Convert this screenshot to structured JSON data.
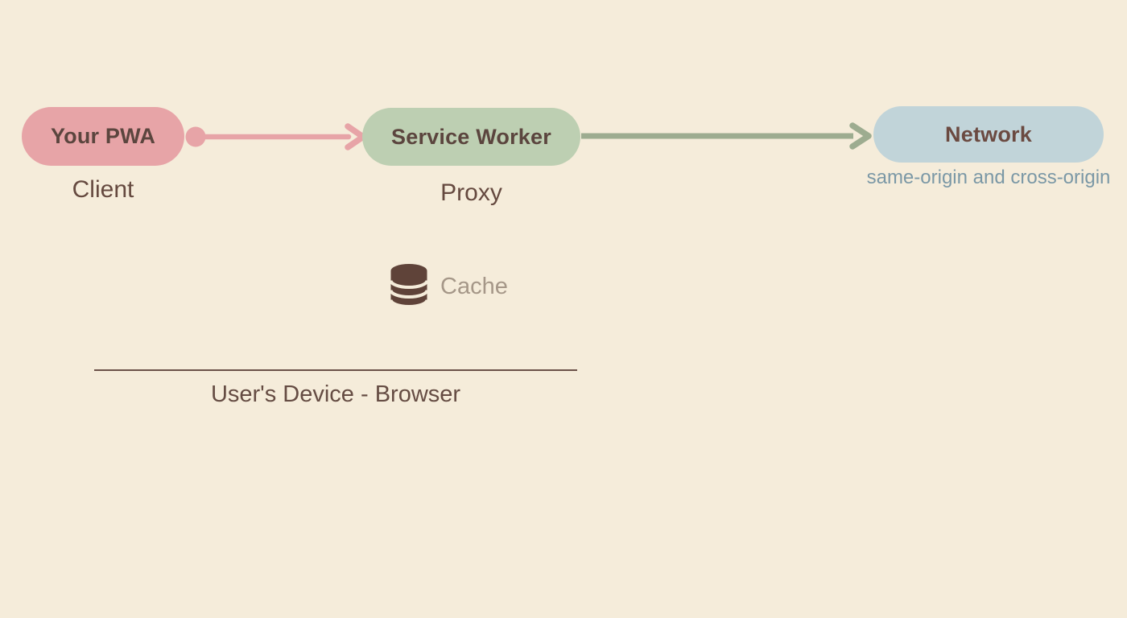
{
  "canvas": {
    "background_color": "#f5ecda"
  },
  "nodes": {
    "pwa": {
      "label": "Your PWA",
      "caption": "Client",
      "fill_color": "#e7a4a7",
      "text_color": "#5b453e"
    },
    "service_worker": {
      "label": "Service Worker",
      "caption": "Proxy",
      "fill_color": "#bdcfb2",
      "text_color": "#5b453e"
    },
    "network": {
      "label": "Network",
      "caption": "same-origin and cross-origin",
      "fill_color": "#c1d4d9",
      "text_color": "#6b4a41",
      "caption_color": "#7b98a6"
    }
  },
  "arrows": {
    "pwa_to_service_worker": {
      "color": "#e7a4a7",
      "from": "Your PWA",
      "to": "Service Worker",
      "style": "dot-start, chevron-end"
    },
    "service_worker_to_network": {
      "color": "#9dac90",
      "from": "Service Worker",
      "to": "Network",
      "style": "chevron-end"
    }
  },
  "cache": {
    "label": "Cache",
    "icon": "database-icon",
    "icon_color": "#5f4339",
    "label_color": "#a59788"
  },
  "device_scope": {
    "label": "User's Device - Browser",
    "line_color": "#6b5148",
    "text_color": "#654c43"
  }
}
